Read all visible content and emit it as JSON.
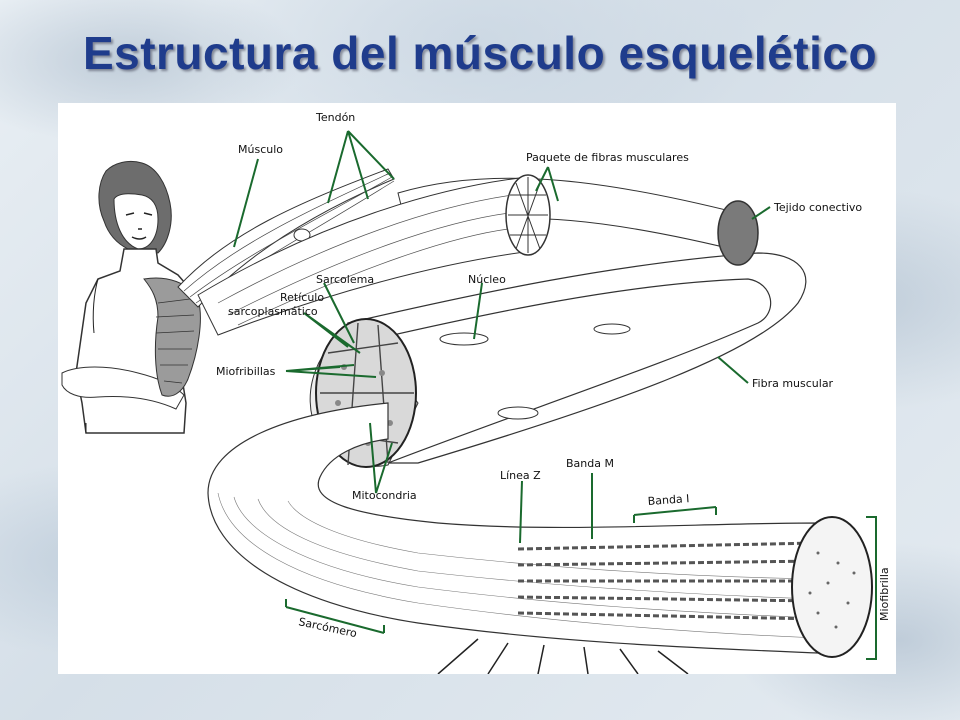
{
  "title": "Estructura del músculo esquelético",
  "diagram": {
    "labels": {
      "tendon": "Tendón",
      "musculo": "Músculo",
      "paquete": "Paquete de fibras musculares",
      "tejido": "Tejido conectivo",
      "sarcolema": "Sarcolema",
      "reticulo1": "Retículo",
      "reticulo2": "sarcoplasmático",
      "nucleo": "Núcleo",
      "miofibrillas": "Miofribillas",
      "fibra": "Fibra muscular",
      "mitocondria": "Mitocondria",
      "lineaz": "Línea Z",
      "bandam": "Banda M",
      "bandai": "Banda I",
      "sarcomero": "Sarcómero",
      "miofibrilla": "Miofibrilla"
    },
    "colors": {
      "title": "#1f3c8c",
      "leader": "#1a6a2e"
    }
  }
}
